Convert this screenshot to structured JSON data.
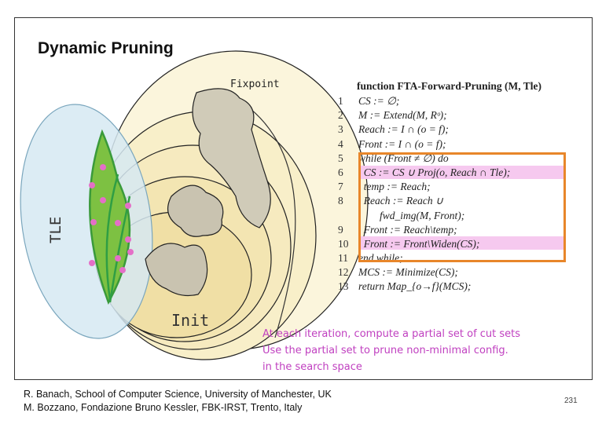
{
  "slide": {
    "title": "Dynamic Pruning",
    "page_number": "231"
  },
  "diagram": {
    "label_fixpoint": "Fixpoint",
    "label_init": "Init",
    "label_tle": "TLE"
  },
  "algorithm": {
    "header": "function FTA-Forward-Pruning (M, Tle)",
    "lines": [
      {
        "n": "1",
        "code": "CS := ∅;"
      },
      {
        "n": "2",
        "code": "M := Extend(M, Rᵒ);"
      },
      {
        "n": "3",
        "code": "Reach := I ∩ (o = f);"
      },
      {
        "n": "4",
        "code": "Front := I ∩ (o = f);"
      },
      {
        "n": "5",
        "code": "while (Front ≠ ∅) do"
      },
      {
        "n": "6",
        "code": "  CS := CS ∪ Proj(o, Reach ∩ Tle);"
      },
      {
        "n": "7",
        "code": "  temp := Reach;"
      },
      {
        "n": "8",
        "code": "  Reach := Reach ∪"
      },
      {
        "n": "",
        "code": "        fwd_img(M, Front);"
      },
      {
        "n": "9",
        "code": "  Front := Reach\\temp;"
      },
      {
        "n": "10",
        "code": "  Front := Front\\Widen(CS);"
      },
      {
        "n": "11",
        "code": "end while;"
      },
      {
        "n": "12",
        "code": "MCS := Minimize(CS);"
      },
      {
        "n": "13",
        "code": "return Map_{o→f}(MCS);"
      }
    ]
  },
  "note": {
    "line1": "At each iteration, compute a partial set of cut sets",
    "line2": "Use the partial set to prune non-minimal config.",
    "line3": "in the search space"
  },
  "footer": {
    "line1": "R. Banach, School of  Computer Science, University of Manchester, UK",
    "line2": "M. Bozzano, Fondazione Bruno Kessler, FBK-IRST, Trento, Italy"
  },
  "colors": {
    "orange_box": "#e8862a",
    "highlight": "#f6c9ef",
    "note_text": "#c040c0",
    "green_region": "#7dc142",
    "blue_region": "#d6e9f2",
    "cream_region": "#fbf5dc"
  }
}
